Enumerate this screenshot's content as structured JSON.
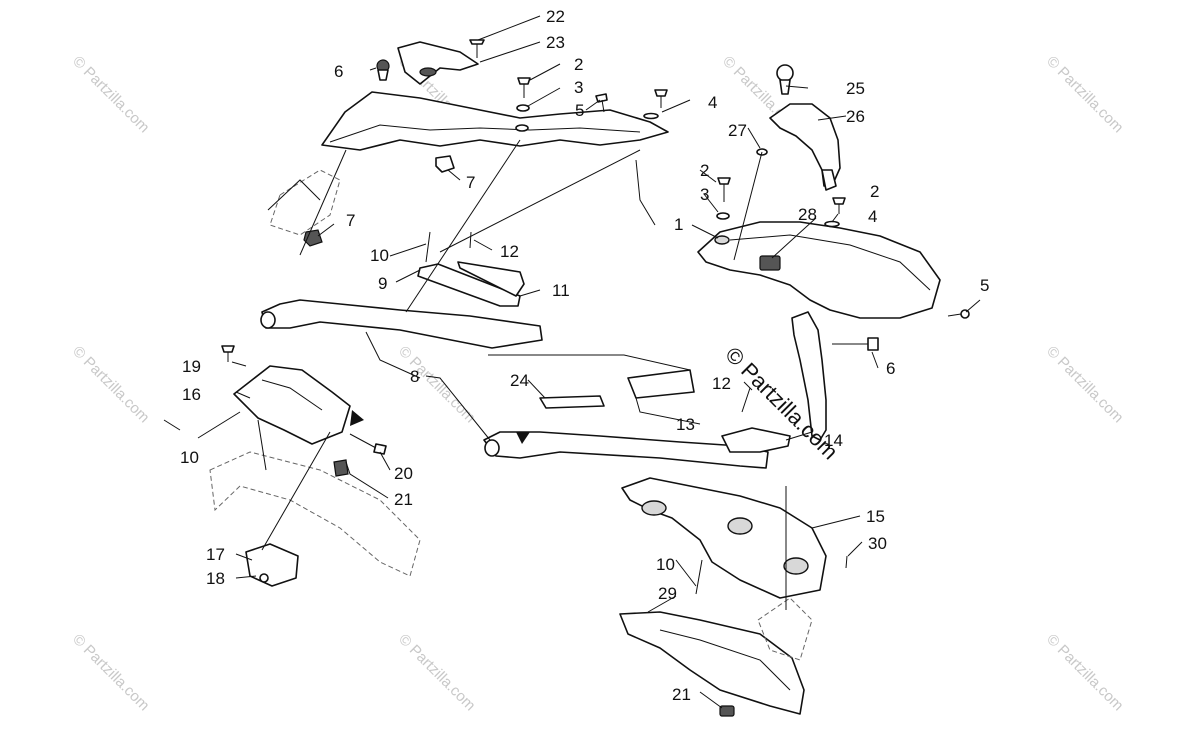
{
  "watermark": {
    "text": "© Partzilla.com",
    "center_text": "© Partzilla.com"
  },
  "callouts": {
    "c1": "1",
    "c2a": "2",
    "c2b": "2",
    "c2c": "2",
    "c3a": "3",
    "c3b": "3",
    "c4a": "4",
    "c4b": "4",
    "c5a": "5",
    "c5b": "5",
    "c6a": "6",
    "c6b": "6",
    "c7a": "7",
    "c7b": "7",
    "c8": "8",
    "c9": "9",
    "c10a": "10",
    "c10b": "10",
    "c10c": "10",
    "c11": "11",
    "c12a": "12",
    "c12b": "12",
    "c13": "13",
    "c14": "14",
    "c15": "15",
    "c16": "16",
    "c17": "17",
    "c18": "18",
    "c19": "19",
    "c20": "20",
    "c21a": "21",
    "c21b": "21",
    "c22": "22",
    "c23": "23",
    "c24": "24",
    "c25": "25",
    "c26": "26",
    "c27": "27",
    "c28": "28",
    "c29": "29",
    "c30": "30"
  }
}
